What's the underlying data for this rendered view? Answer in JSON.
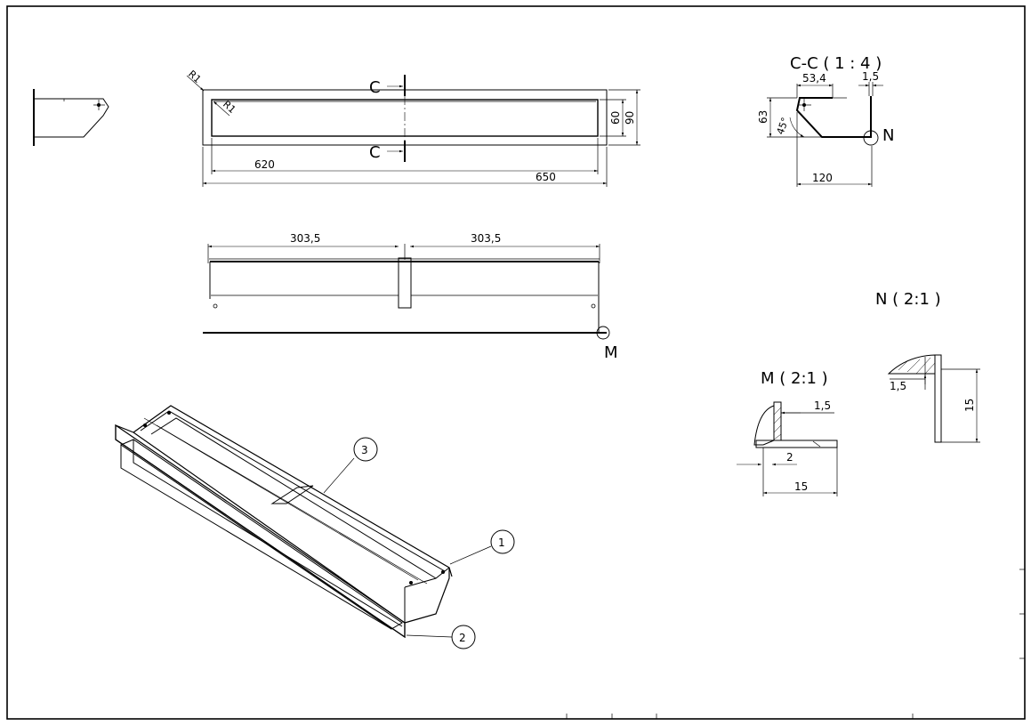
{
  "drawing": {
    "views": {
      "section_cc": {
        "title": "C-C ( 1 : 4 )"
      },
      "detail_n": {
        "title": "N ( 2:1 )"
      },
      "detail_m": {
        "title": "M ( 2:1 )"
      }
    },
    "section_marks": {
      "upper": "C",
      "lower": "C"
    },
    "detail_marks": {
      "n": "N",
      "m": "M"
    },
    "front_view": {
      "radius_outer": "R1",
      "radius_inner": "R1",
      "dim_inner_width": "620",
      "dim_outer_width": "650",
      "dim_inner_height": "60",
      "dim_outer_height": "90"
    },
    "top_view": {
      "dim_left": "303,5",
      "dim_right": "303,5"
    },
    "section_cc_dims": {
      "d_53_4": "53,4",
      "d_1_5": "1,5",
      "d_63": "63",
      "d_45": "45°",
      "d_120": "120"
    },
    "detail_n_dims": {
      "d_1_5": "1,5",
      "d_15": "15"
    },
    "detail_m_dims": {
      "d_1_5": "1,5",
      "d_2": "2",
      "d_15": "15"
    },
    "balloons": [
      "1",
      "2",
      "3"
    ]
  }
}
